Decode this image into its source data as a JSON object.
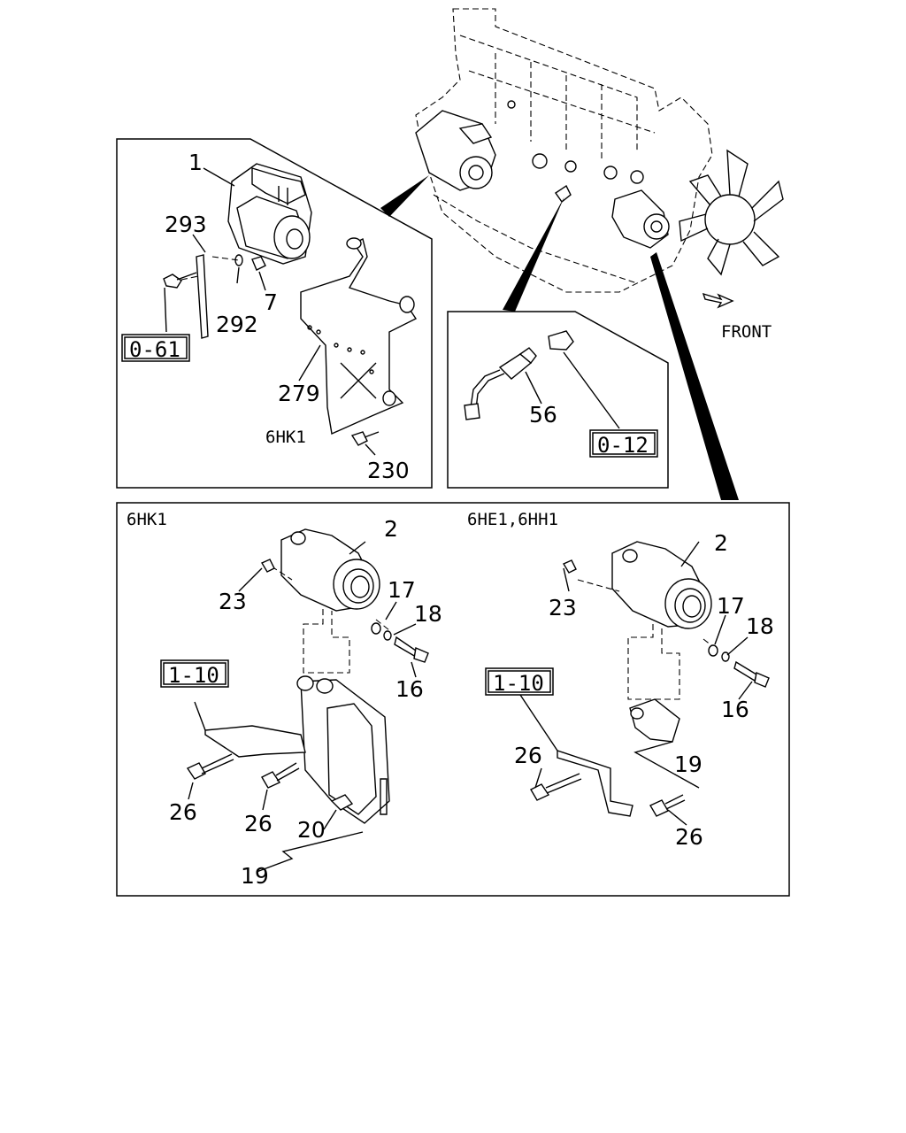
{
  "labels": {
    "top_left": {
      "p1": "1",
      "p293": "293",
      "p292": "292",
      "p7": "7",
      "p279": "279",
      "p230": "230",
      "variant": "6HK1"
    },
    "top_right": {
      "p56": "56"
    },
    "front": "FRONT",
    "bottom_left": {
      "variant": "6HK1",
      "p2": "2",
      "p23": "23",
      "p17": "17",
      "p18": "18",
      "p16": "16",
      "p26a": "26",
      "p26b": "26",
      "p20": "20",
      "p19": "19"
    },
    "bottom_right": {
      "variant": "6HE1,6HH1",
      "p2": "2",
      "p23": "23",
      "p17": "17",
      "p18": "18",
      "p16": "16",
      "p26a": "26",
      "p19": "19",
      "p26b": "26"
    }
  },
  "refs": {
    "r061": "0-61",
    "r012": "0-12",
    "r110_left": "1-10",
    "r110_right": "1-10"
  }
}
